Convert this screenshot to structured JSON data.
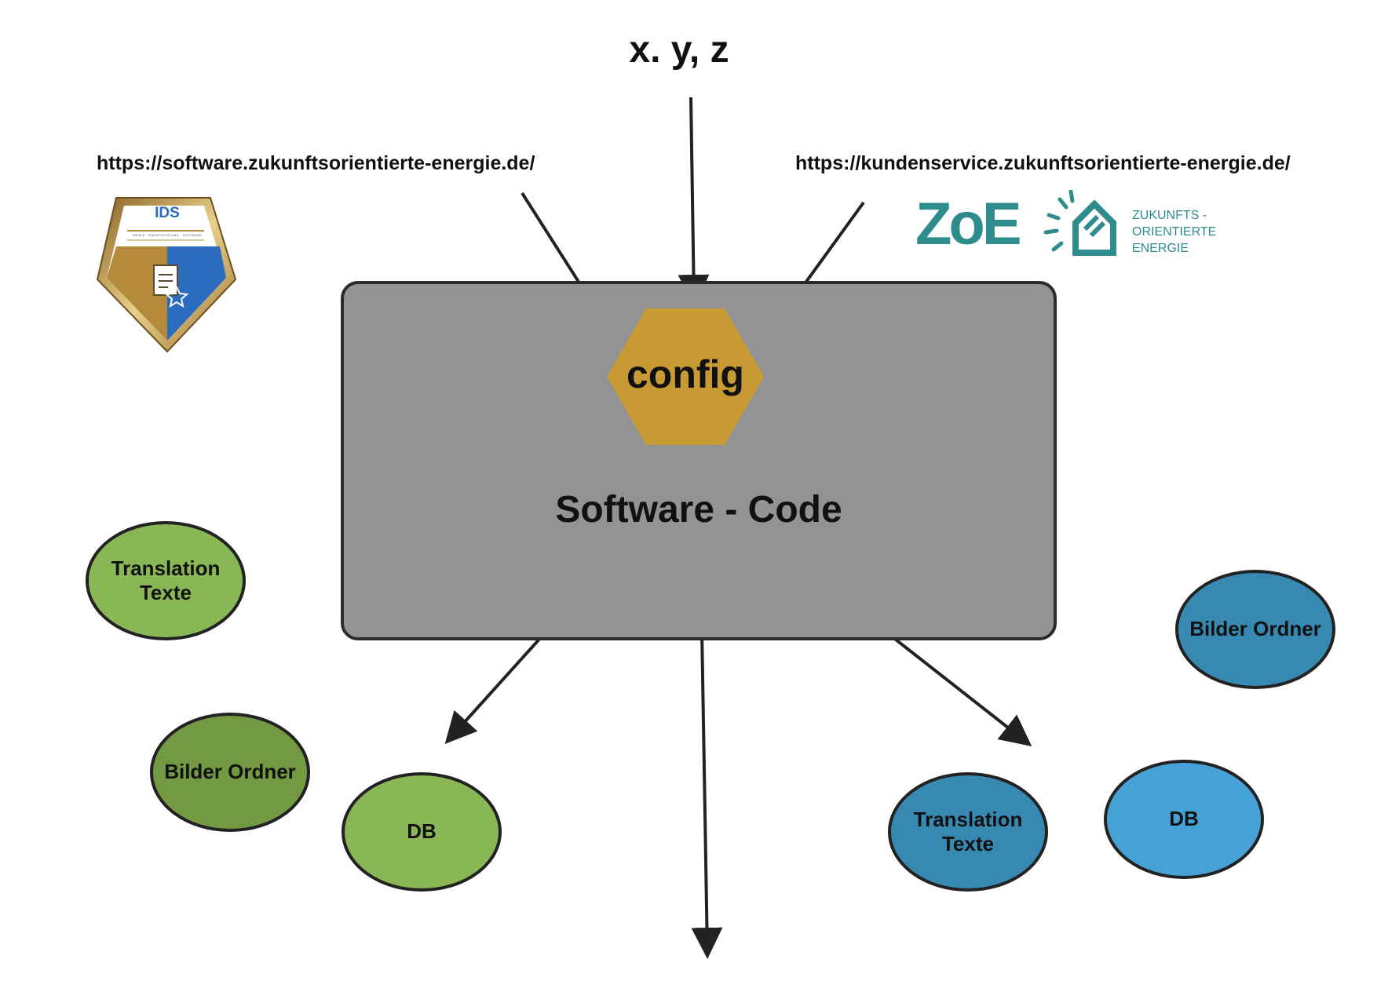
{
  "diagram": {
    "top_label": "x. y, z",
    "url_left": "https://software.zukunftsorientierte-energie.de/",
    "url_right": "https://kundenservice.zukunftsorientierte-energie.de/",
    "center": {
      "hex_label": "config",
      "box_label": "Software - Code"
    },
    "left_group": {
      "translation": [
        "Translation",
        "Texte"
      ],
      "images": "Bilder Ordner",
      "db": "DB"
    },
    "right_group": {
      "translation": [
        "Translation",
        "Texte"
      ],
      "images": "Bilder Ordner",
      "db": "DB"
    },
    "ids_logo": {
      "title": "IDS",
      "subtitle": "IDEALE · DIENSTLEISTUNG · SOFTWARE"
    },
    "zoe_logo": {
      "wordmark": "ZoE",
      "line1": "ZUKUNFTS -",
      "line2": "ORIENTIERTE",
      "line3": "ENERGIE"
    }
  },
  "colors": {
    "box": "#939393",
    "hex": "#c89a33",
    "green_light": "#8ab755",
    "green_dark": "#739a43",
    "blue_mid": "#3889b2",
    "blue_light": "#46a2d6",
    "zoe_teal": "#2f8c8c",
    "ids_blue": "#2b6cbf",
    "ids_gold": "#b58a3a"
  }
}
